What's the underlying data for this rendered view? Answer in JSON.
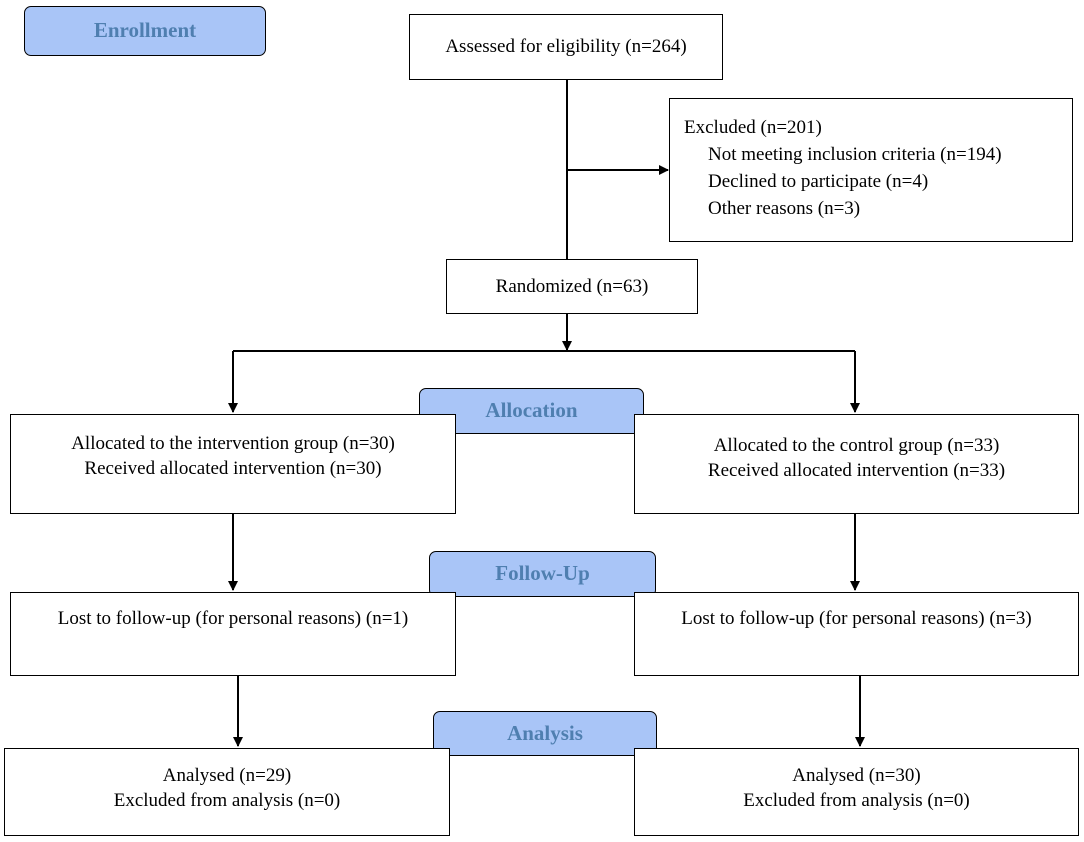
{
  "colors": {
    "stage_fill": "#a9c5f7",
    "stage_text": "#4f7fb0",
    "line": "#000000",
    "box_fill": "#ffffff"
  },
  "stages": {
    "enrollment": "Enrollment",
    "allocation": "Allocation",
    "follow_up": "Follow-Up",
    "analysis": "Analysis"
  },
  "assessed": "Assessed for eligibility (n=264)",
  "excluded": {
    "title": "Excluded (n=201)",
    "reasons": [
      "Not meeting inclusion criteria (n=194)",
      "Declined to participate (n=4)",
      "Other reasons (n=3)"
    ]
  },
  "randomized": "Randomized (n=63)",
  "intervention": {
    "allocated": "Allocated to the intervention group (n=30)",
    "received": "Received allocated intervention (n=30)",
    "lost": "Lost to follow-up (for personal reasons) (n=1)",
    "analysed": "Analysed (n=29)",
    "excluded_analysis": "Excluded from analysis (n=0)"
  },
  "control": {
    "allocated": "Allocated to the control group (n=33)",
    "received": "Received allocated intervention (n=33)",
    "lost": "Lost to follow-up (for personal reasons) (n=3)",
    "analysed": "Analysed (n=30)",
    "excluded_analysis": "Excluded from analysis (n=0)"
  }
}
